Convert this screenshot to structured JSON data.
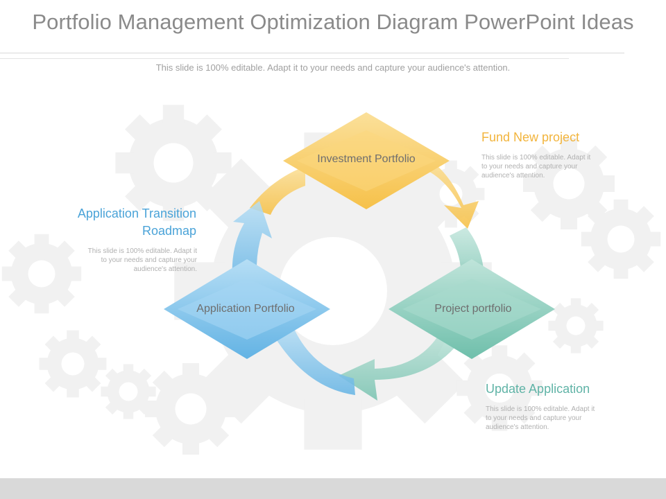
{
  "slide": {
    "title": "Portfolio Management Optimization Diagram PowerPoint Ideas",
    "subtitle": "This slide is 100% editable. Adapt it to your needs and capture your audience's attention."
  },
  "nodes": {
    "investment": {
      "label": "Investment Portfolio",
      "color": "#f7c95a"
    },
    "application": {
      "label": "Application Portfolio",
      "color": "#7fc3ea"
    },
    "project": {
      "label": "Project portfolio",
      "color": "#8fcfbf"
    }
  },
  "callouts": {
    "fund": {
      "heading": "Fund New project",
      "color": "#f2b43c",
      "lines": [
        "This slide is 100% editable. Adapt it",
        "to your needs and capture your",
        "audience's attention."
      ]
    },
    "transition": {
      "heading_lines": [
        "Application Transition",
        "Roadmap"
      ],
      "color": "#4aa3d8",
      "lines": [
        "This slide is 100% editable. Adapt it",
        "to your needs and capture your",
        "audience's attention."
      ]
    },
    "update": {
      "heading": "Update Application",
      "color": "#5fb3a6",
      "lines": [
        "This slide is 100% editable. Adapt it",
        "to your needs and capture your",
        "audience's attention."
      ]
    }
  },
  "icons": {
    "background": "gear-icon"
  }
}
